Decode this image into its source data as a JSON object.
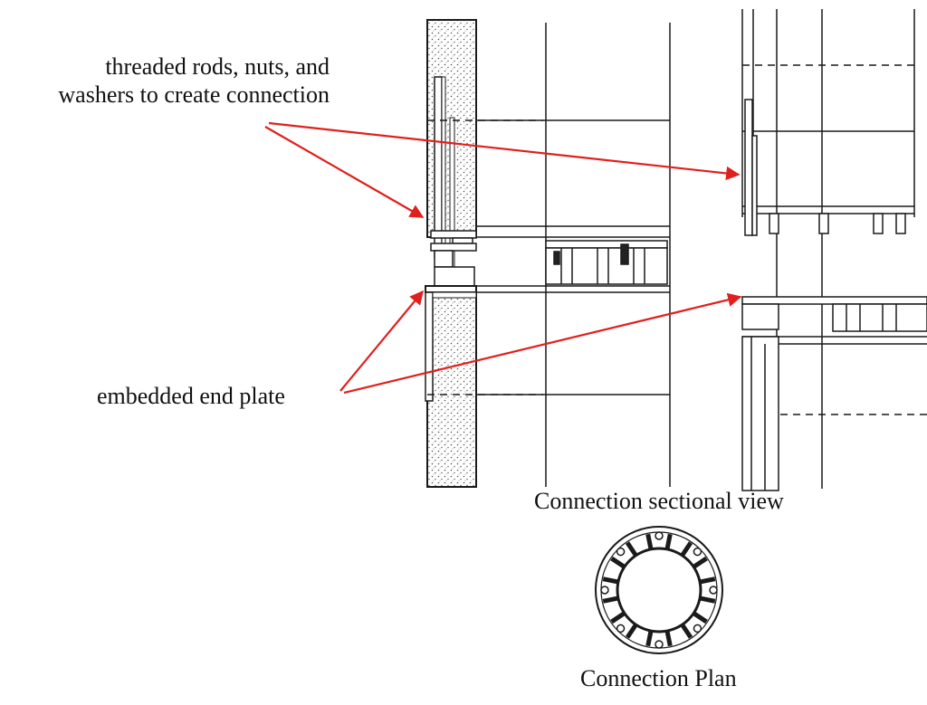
{
  "annotations": {
    "threaded_rods_line1": "threaded rods, nuts, and",
    "threaded_rods_line2": "washers to create connection",
    "embedded_plate": "embedded end plate"
  },
  "views": {
    "sectional_title": "Connection sectional view",
    "plan_title": "Connection Plan"
  },
  "colors": {
    "arrow": "#e0201c",
    "line": "#1a1a1a",
    "concrete_stipple": "#555555",
    "background": "#ffffff"
  },
  "plan": {
    "bolt_count": 8,
    "stiffener_count": 16
  }
}
